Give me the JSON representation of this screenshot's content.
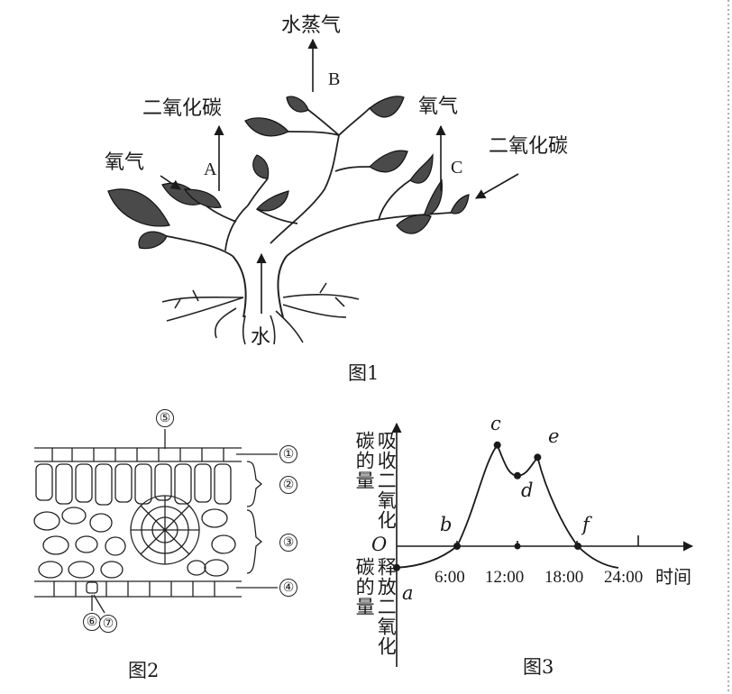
{
  "fig1": {
    "caption": "图1",
    "labels": {
      "water_vapor": "水蒸气",
      "B": "B",
      "co2_left": "二氧化碳",
      "o2_left": "氧气",
      "A": "A",
      "o2_right": "氧气",
      "C": "C",
      "co2_right": "二氧化碳",
      "water": "水"
    }
  },
  "fig2": {
    "caption": "图2",
    "markers": [
      "①",
      "②",
      "③",
      "④",
      "⑤",
      "⑥",
      "⑦"
    ]
  },
  "fig3": {
    "caption": "图3",
    "ylabel_top": "吸收二氧化碳的量",
    "ylabel_bottom": "释放二氧化碳的量",
    "origin": "O",
    "xlabel": "时间",
    "tick_labels": [
      "6:00",
      "12:00",
      "18:00",
      "24:00"
    ],
    "points": [
      "a",
      "b",
      "c",
      "d",
      "e",
      "f"
    ]
  },
  "chart_data": {
    "type": "line",
    "xlabel": "时间",
    "ylabel": "吸收二氧化碳的量",
    "x_ticks": [
      "6:00",
      "12:00",
      "18:00",
      "24:00"
    ],
    "points": [
      {
        "name": "a",
        "x": 0,
        "y": -0.7
      },
      {
        "name": "b",
        "x": 6,
        "y": 0
      },
      {
        "name": "c",
        "x": 10,
        "y": 3.3
      },
      {
        "name": "d",
        "x": 12,
        "y": 2.3
      },
      {
        "name": "e",
        "x": 14,
        "y": 2.9
      },
      {
        "name": "f",
        "x": 18,
        "y": 0
      }
    ]
  }
}
